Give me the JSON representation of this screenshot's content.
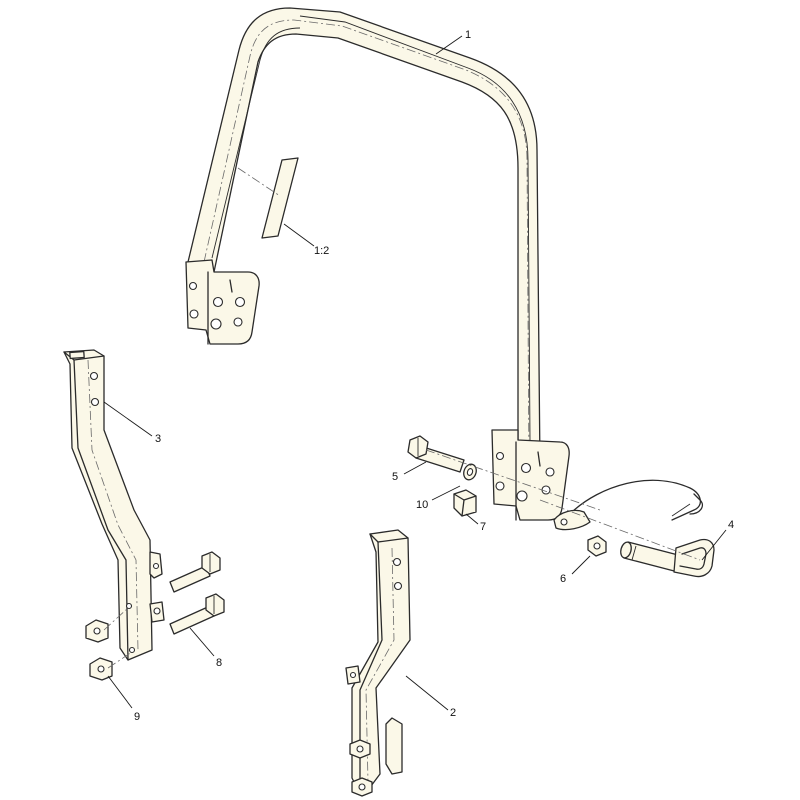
{
  "diagram": {
    "callouts": [
      {
        "id": "c1",
        "text": "1"
      },
      {
        "id": "c1-2",
        "text": "1:2"
      },
      {
        "id": "c2",
        "text": "2"
      },
      {
        "id": "c3",
        "text": "3"
      },
      {
        "id": "c4",
        "text": "4"
      },
      {
        "id": "c5",
        "text": "5"
      },
      {
        "id": "c6",
        "text": "6"
      },
      {
        "id": "c7",
        "text": "7"
      },
      {
        "id": "c8",
        "text": "8"
      },
      {
        "id": "c9",
        "text": "9"
      },
      {
        "id": "c10",
        "text": "10"
      }
    ],
    "colors": {
      "part_fill": "#fbf8e8",
      "line": "#2b2b2b"
    }
  }
}
